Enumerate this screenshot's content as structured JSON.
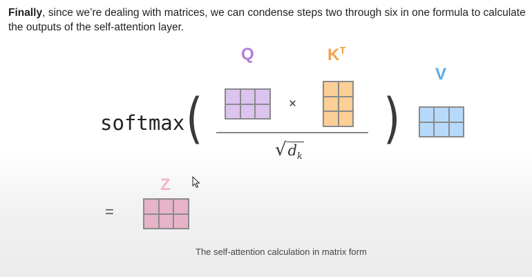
{
  "intro": {
    "bold": "Finally",
    "rest": ", since we’re dealing with matrices, we can condense steps two through six in one formula to calculate the outputs of the self-attention layer."
  },
  "formula": {
    "softmax": "softmax",
    "q_label": "Q",
    "k_label": "K",
    "k_sup": "T",
    "v_label": "V",
    "z_label": "Z",
    "times": "×",
    "equals": "=",
    "sqrt_symbol": "√",
    "d_letter": "d",
    "d_sub": "k"
  },
  "colors": {
    "q_text": "#b57bd6",
    "q_fill": "#dcc3f0",
    "k_text": "#f0a24a",
    "k_fill": "#fbcf95",
    "v_text": "#5aa9e6",
    "v_fill": "#b7dafb",
    "z_text": "#f2b6cc",
    "z_fill": "#e6b3c8"
  },
  "caption": "The self-attention calculation in matrix form"
}
